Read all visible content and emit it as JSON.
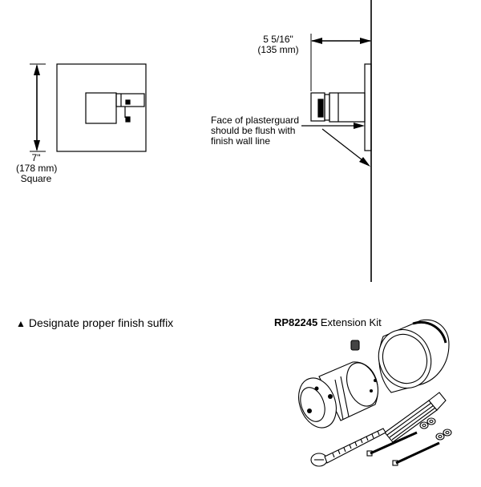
{
  "front_view": {
    "height_dim": "7\"",
    "height_metric": "(178 mm)",
    "shape": "Square"
  },
  "side_view": {
    "depth_dim": "5 5/16\"",
    "depth_metric": "(135 mm)",
    "note_line1": "Face of plasterguard",
    "note_line2": "should be flush with",
    "note_line3": "finish wall line"
  },
  "finish_note": {
    "symbol": "▲",
    "text": "Designate proper finish suffix"
  },
  "extension_kit": {
    "part_number": "RP82245",
    "name": "Extension Kit"
  }
}
